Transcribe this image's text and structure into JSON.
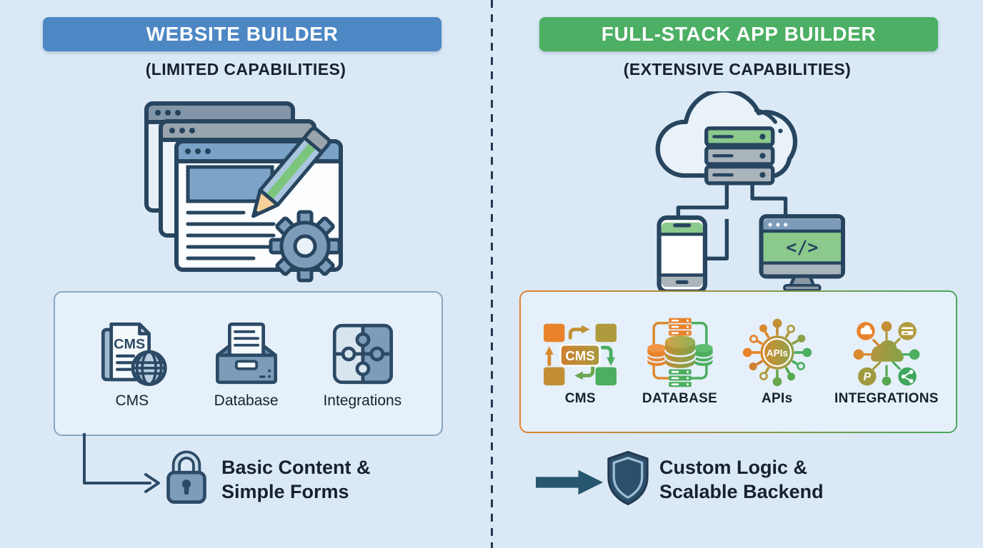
{
  "palette": {
    "background": "#dbe9f6",
    "blue_banner": "#4d87c4",
    "green_banner": "#4caf63",
    "outline_navy": "#27455f",
    "slate_blue": "#7d9cba",
    "text_dark": "#16222e",
    "orange": "#e8832b",
    "olive": "#b09a3e",
    "green": "#4cae5f",
    "arrow_dark": "#27566f"
  },
  "left": {
    "banner": "WEBSITE BUILDER",
    "subtitle": "(LIMITED CAPABILITIES)",
    "doc_badge": "CMS",
    "box": {
      "items": [
        {
          "label": "CMS",
          "icon": "cms-document-globe-icon"
        },
        {
          "label": "Database",
          "icon": "database-drawer-icon"
        },
        {
          "label": "Integrations",
          "icon": "integrations-puzzle-icon"
        }
      ]
    },
    "footer": {
      "icon": "padlock-icon",
      "line1": "Basic Content &",
      "line2": "Simple Forms"
    }
  },
  "right": {
    "banner": "FULL-STACK APP BUILDER",
    "subtitle": "(EXTENSIVE CAPABILITIES)",
    "cms_badge": "CMS",
    "apis_badge": "APIs",
    "code_glyph": "</>",
    "box": {
      "items": [
        {
          "label": "CMS",
          "icon": "cms-sync-icon"
        },
        {
          "label": "DATABASE",
          "icon": "database-cluster-icon"
        },
        {
          "label": "APIs",
          "icon": "api-hub-icon"
        },
        {
          "label": "INTEGRATIONS",
          "icon": "integrations-network-icon"
        }
      ]
    },
    "footer": {
      "icon": "shield-icon",
      "line1": "Custom Logic &",
      "line2": "Scalable Backend"
    }
  }
}
